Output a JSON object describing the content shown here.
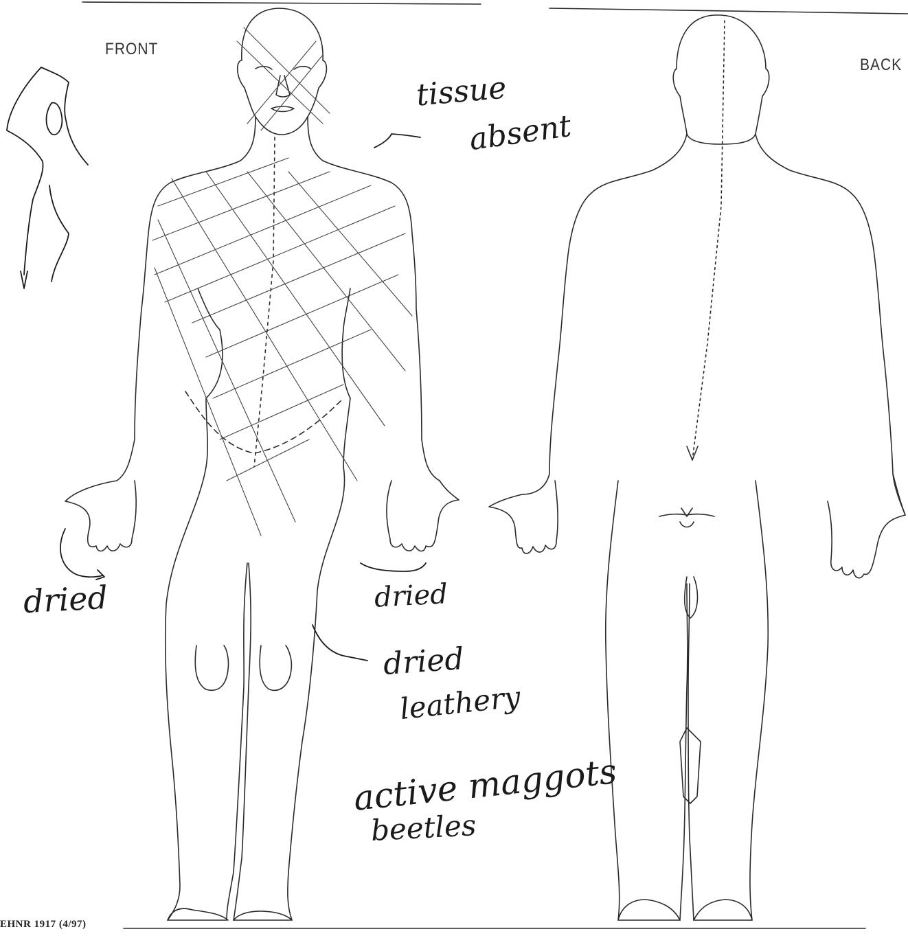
{
  "labels": {
    "front": "FRONT",
    "back": "BACK",
    "form_code": "EHNR 1917 (4/97)"
  },
  "annotations": {
    "tissue_absent_line1": "tissue",
    "tissue_absent_line2": "absent",
    "dried_left": "dried",
    "dried_right": "dried",
    "dried_leathery_line1": "dried",
    "dried_leathery_line2": "leathery",
    "active_line1": "active maggots",
    "active_line2": "beetles"
  },
  "colors": {
    "ink": "#2a2a2a",
    "paper": "#ffffff"
  }
}
